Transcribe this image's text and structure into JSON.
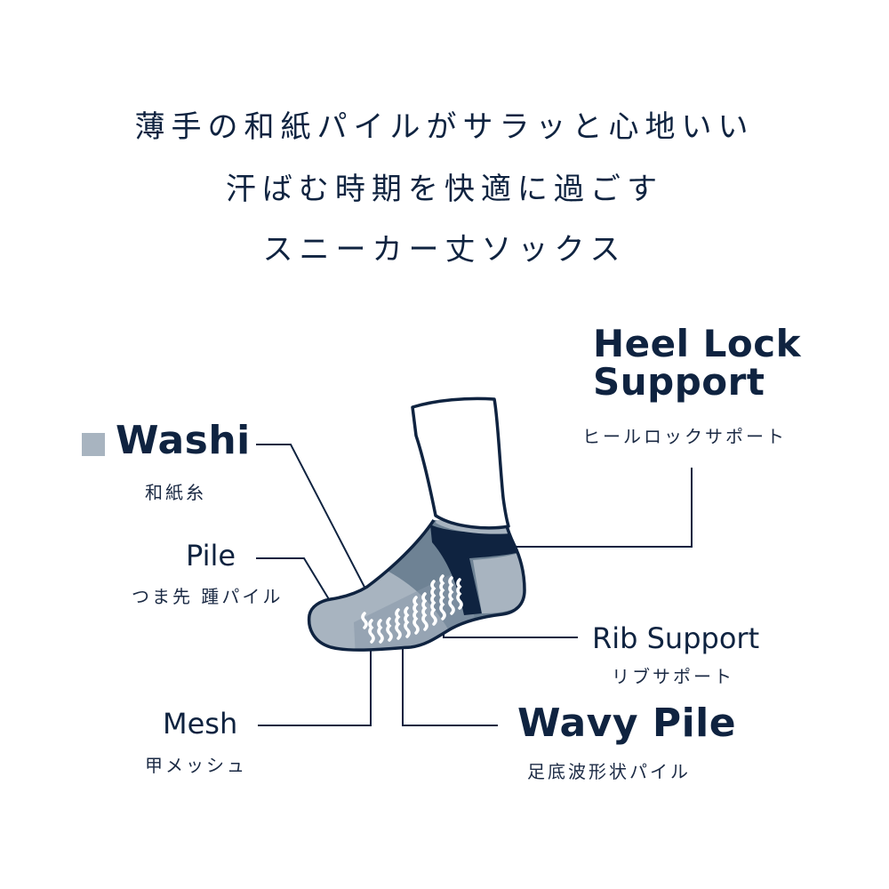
{
  "headline": {
    "lines": [
      "薄手の和紙パイルがサラッと心地いい",
      "汗ばむ時期を快適に過ごす",
      "スニーカー丈ソックス"
    ]
  },
  "colors": {
    "navy": "#0f2340",
    "washi_gray": "#a8b4c0",
    "mid_gray": "#6e8294",
    "white": "#ffffff"
  },
  "legend": {
    "swatch_color": "#a8b4c0"
  },
  "labels": {
    "washi": {
      "en": "Washi",
      "jp": "和紙糸"
    },
    "pile": {
      "en": "Pile",
      "jp": "つま先 踵パイル"
    },
    "mesh": {
      "en": "Mesh",
      "jp": "甲メッシュ"
    },
    "heel_lock": {
      "en_line1": "Heel Lock",
      "en_line2": "Support",
      "jp": "ヒールロックサポート"
    },
    "rib_support": {
      "en": "Rib Support",
      "jp": "リブサポート"
    },
    "wavy_pile": {
      "en": "Wavy Pile",
      "jp": "足底波形状パイル"
    }
  }
}
